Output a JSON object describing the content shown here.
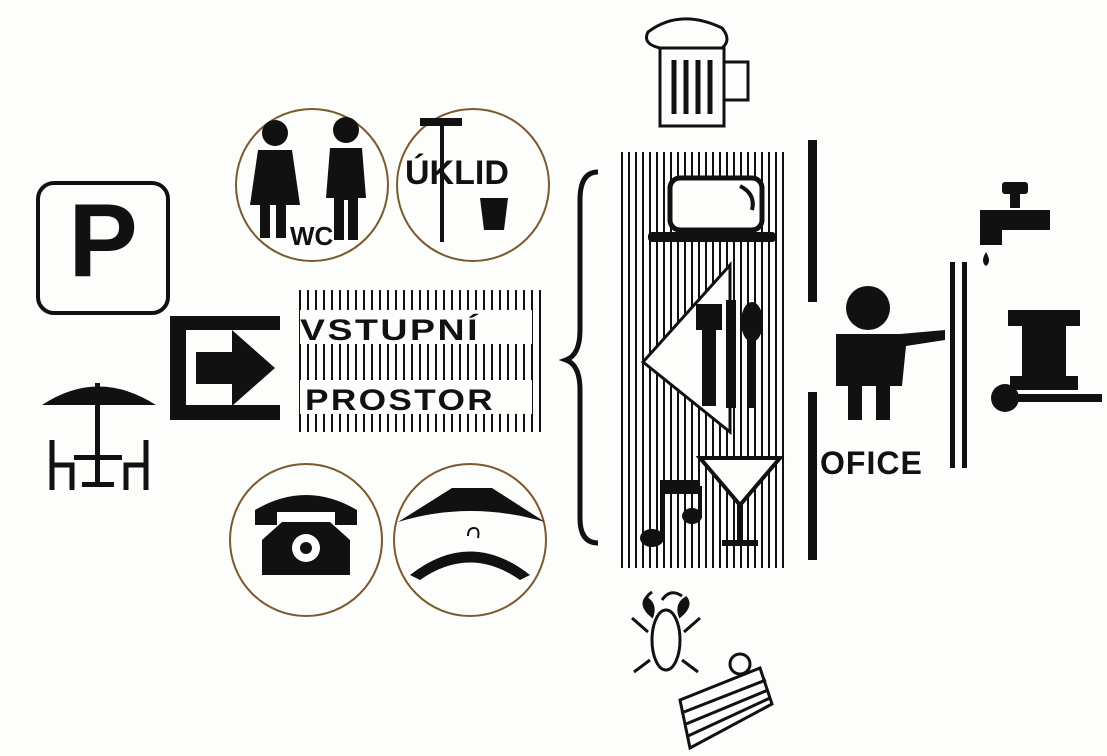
{
  "labels": {
    "parking": "P",
    "wc": "WC",
    "cleaning": "ÚKLID",
    "entrance_line1": "VSTUPNÍ",
    "entrance_line2": "PROSTOR",
    "office": "OFICE"
  },
  "colors": {
    "ink": "#111111",
    "paper": "#fdfdfb",
    "circle_stroke": "#7a5a2e"
  },
  "icons": [
    "parking-sign-icon",
    "terrace-table-umbrella-icon",
    "entrance-arrow-icon",
    "wc-people-icon",
    "cleaning-broom-icon",
    "telephone-icon",
    "cloakroom-hanger-icon",
    "beer-mug-icon",
    "coffee-cup-icon",
    "cutlery-napkin-icon",
    "music-note-icon",
    "cocktail-glass-icon",
    "lobster-kitchen-icon",
    "cake-slice-icon",
    "waiter-icon",
    "water-tap-icon",
    "tap-handle-icon"
  ]
}
